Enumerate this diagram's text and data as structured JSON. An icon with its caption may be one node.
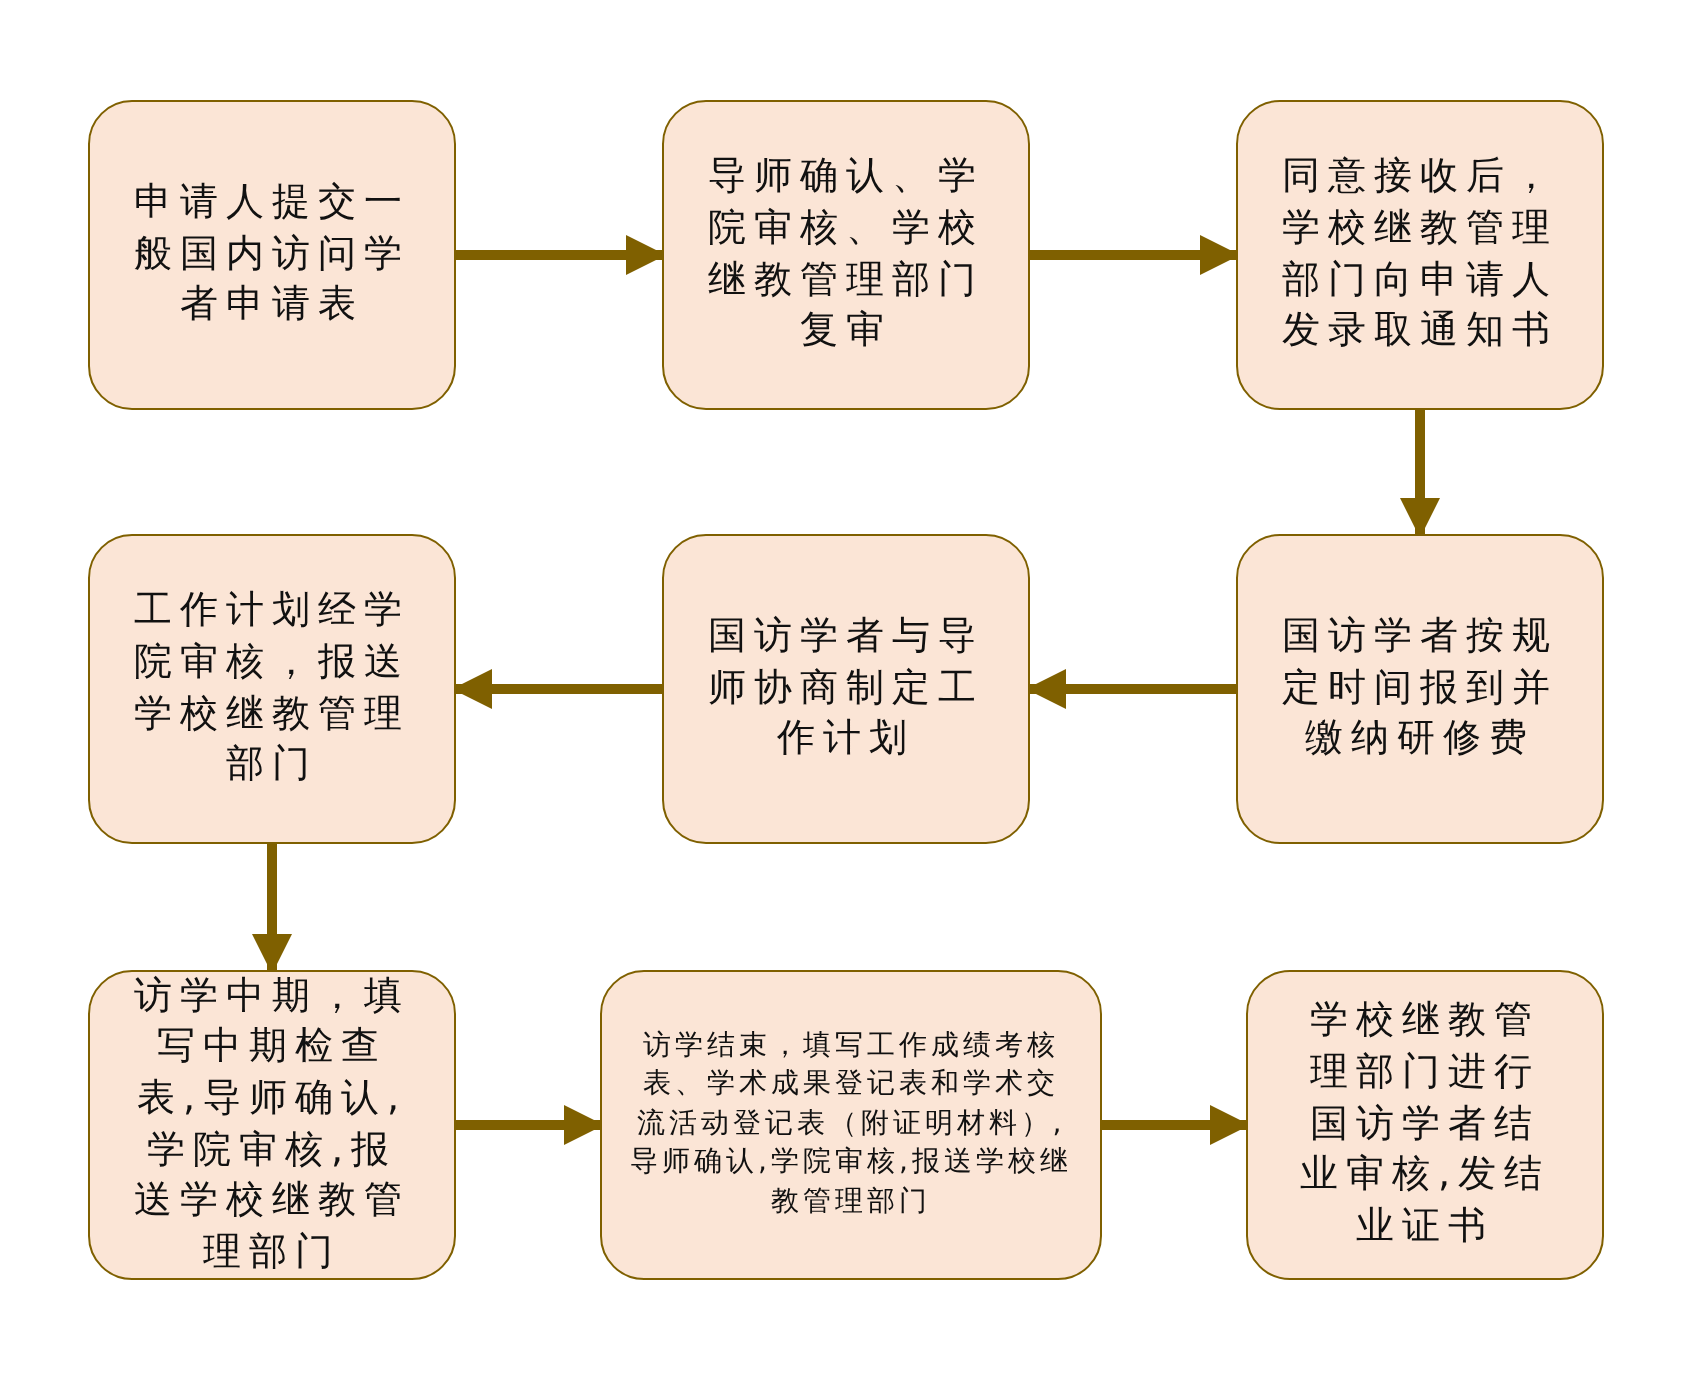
{
  "diagram": {
    "nodes": [
      {
        "text": [
          "申请人提交一般国内访问学者申请表"
        ]
      },
      {
        "text": [
          "导师确认、学院审核、学校继教管理部门复审"
        ]
      },
      {
        "text": [
          "同意接收后，学校继教管理部门向申请人发录取通知书"
        ]
      },
      {
        "text": [
          "国访学者按规定时间报到并缴纳研修费"
        ]
      },
      {
        "text": [
          "国访学者与导师协商制定工作计划"
        ]
      },
      {
        "text": [
          "工作计划经学院审核，报送学校继教管理部门"
        ]
      },
      {
        "text": [
          "访学中期，填写中期检查表,导师确认,学院审核,报送学校继教管理部门"
        ]
      },
      {
        "text": [
          "访学结束，填写工作成绩考核表、学术成果登记表和学术交流活动登记表（附证明材料）,导师确认,学院审核,报送学校继教管理部门"
        ]
      },
      {
        "text": [
          "学校继教管理部门进行国访学者结业审核,发结业证书"
        ]
      }
    ],
    "edges": [
      {
        "from": 0,
        "to": 1,
        "arrow": "to"
      },
      {
        "from": 1,
        "to": 2,
        "arrow": "to"
      },
      {
        "from": 2,
        "to": 3,
        "arrow": "to"
      },
      {
        "from": 3,
        "to": 4,
        "arrow": "to"
      },
      {
        "from": 4,
        "to": 5,
        "arrow": "to"
      },
      {
        "from": 5,
        "to": 6,
        "arrow": "to"
      },
      {
        "from": 6,
        "to": 7,
        "arrow": "to"
      },
      {
        "from": 7,
        "to": 8,
        "arrow": "to"
      }
    ]
  }
}
